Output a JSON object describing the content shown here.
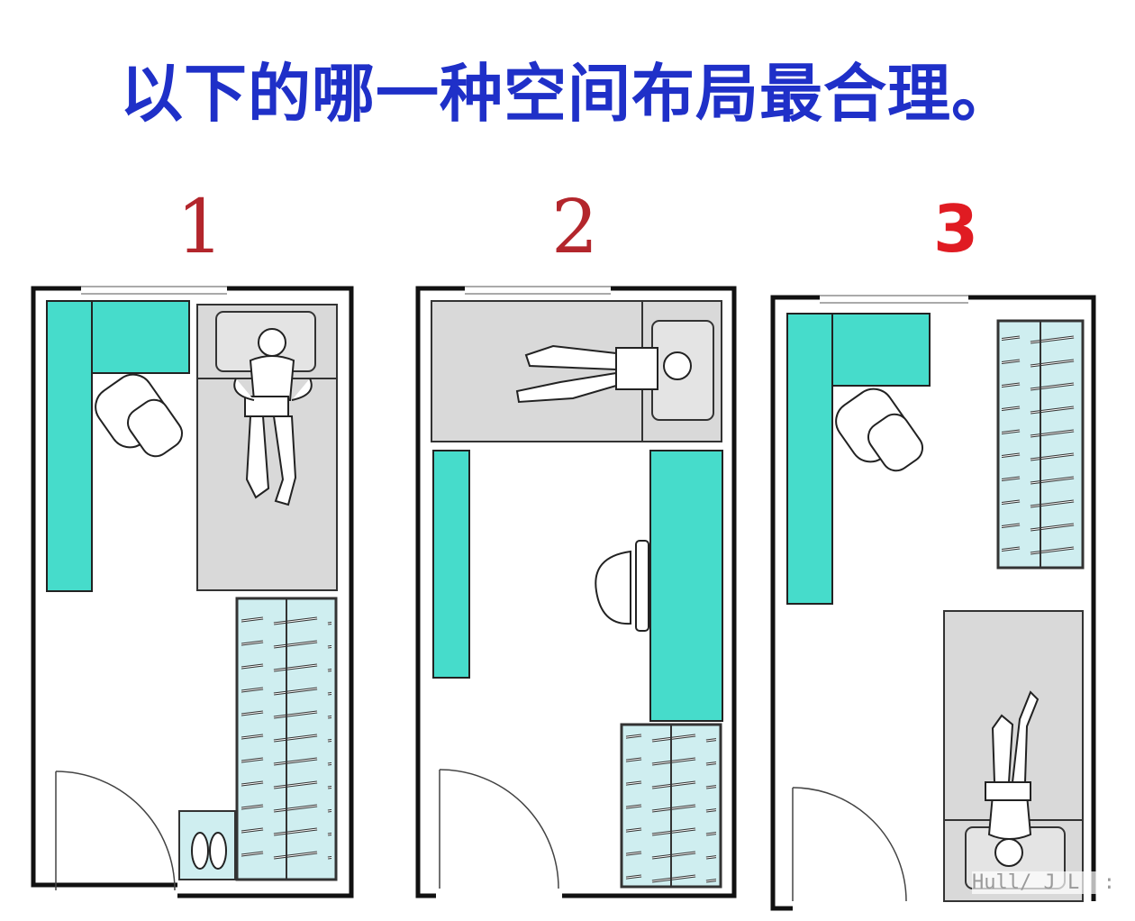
{
  "title": "以下的哪一种空间布局最合理。",
  "options": [
    {
      "number": "1",
      "accent": "#b3262c"
    },
    {
      "number": "2",
      "accent": "#b3262c"
    },
    {
      "number": "3",
      "accent": "#e01b22"
    }
  ],
  "colors": {
    "furniture": "#46dccb",
    "bed": "#d9d9d9",
    "wardrobe_glass": "#cfeef0",
    "wall": "#111111"
  },
  "icons": [
    "desk",
    "chair",
    "bed",
    "person-sleeping",
    "wardrobe",
    "door",
    "slippers"
  ],
  "watermark": "Hull/ J L  :"
}
